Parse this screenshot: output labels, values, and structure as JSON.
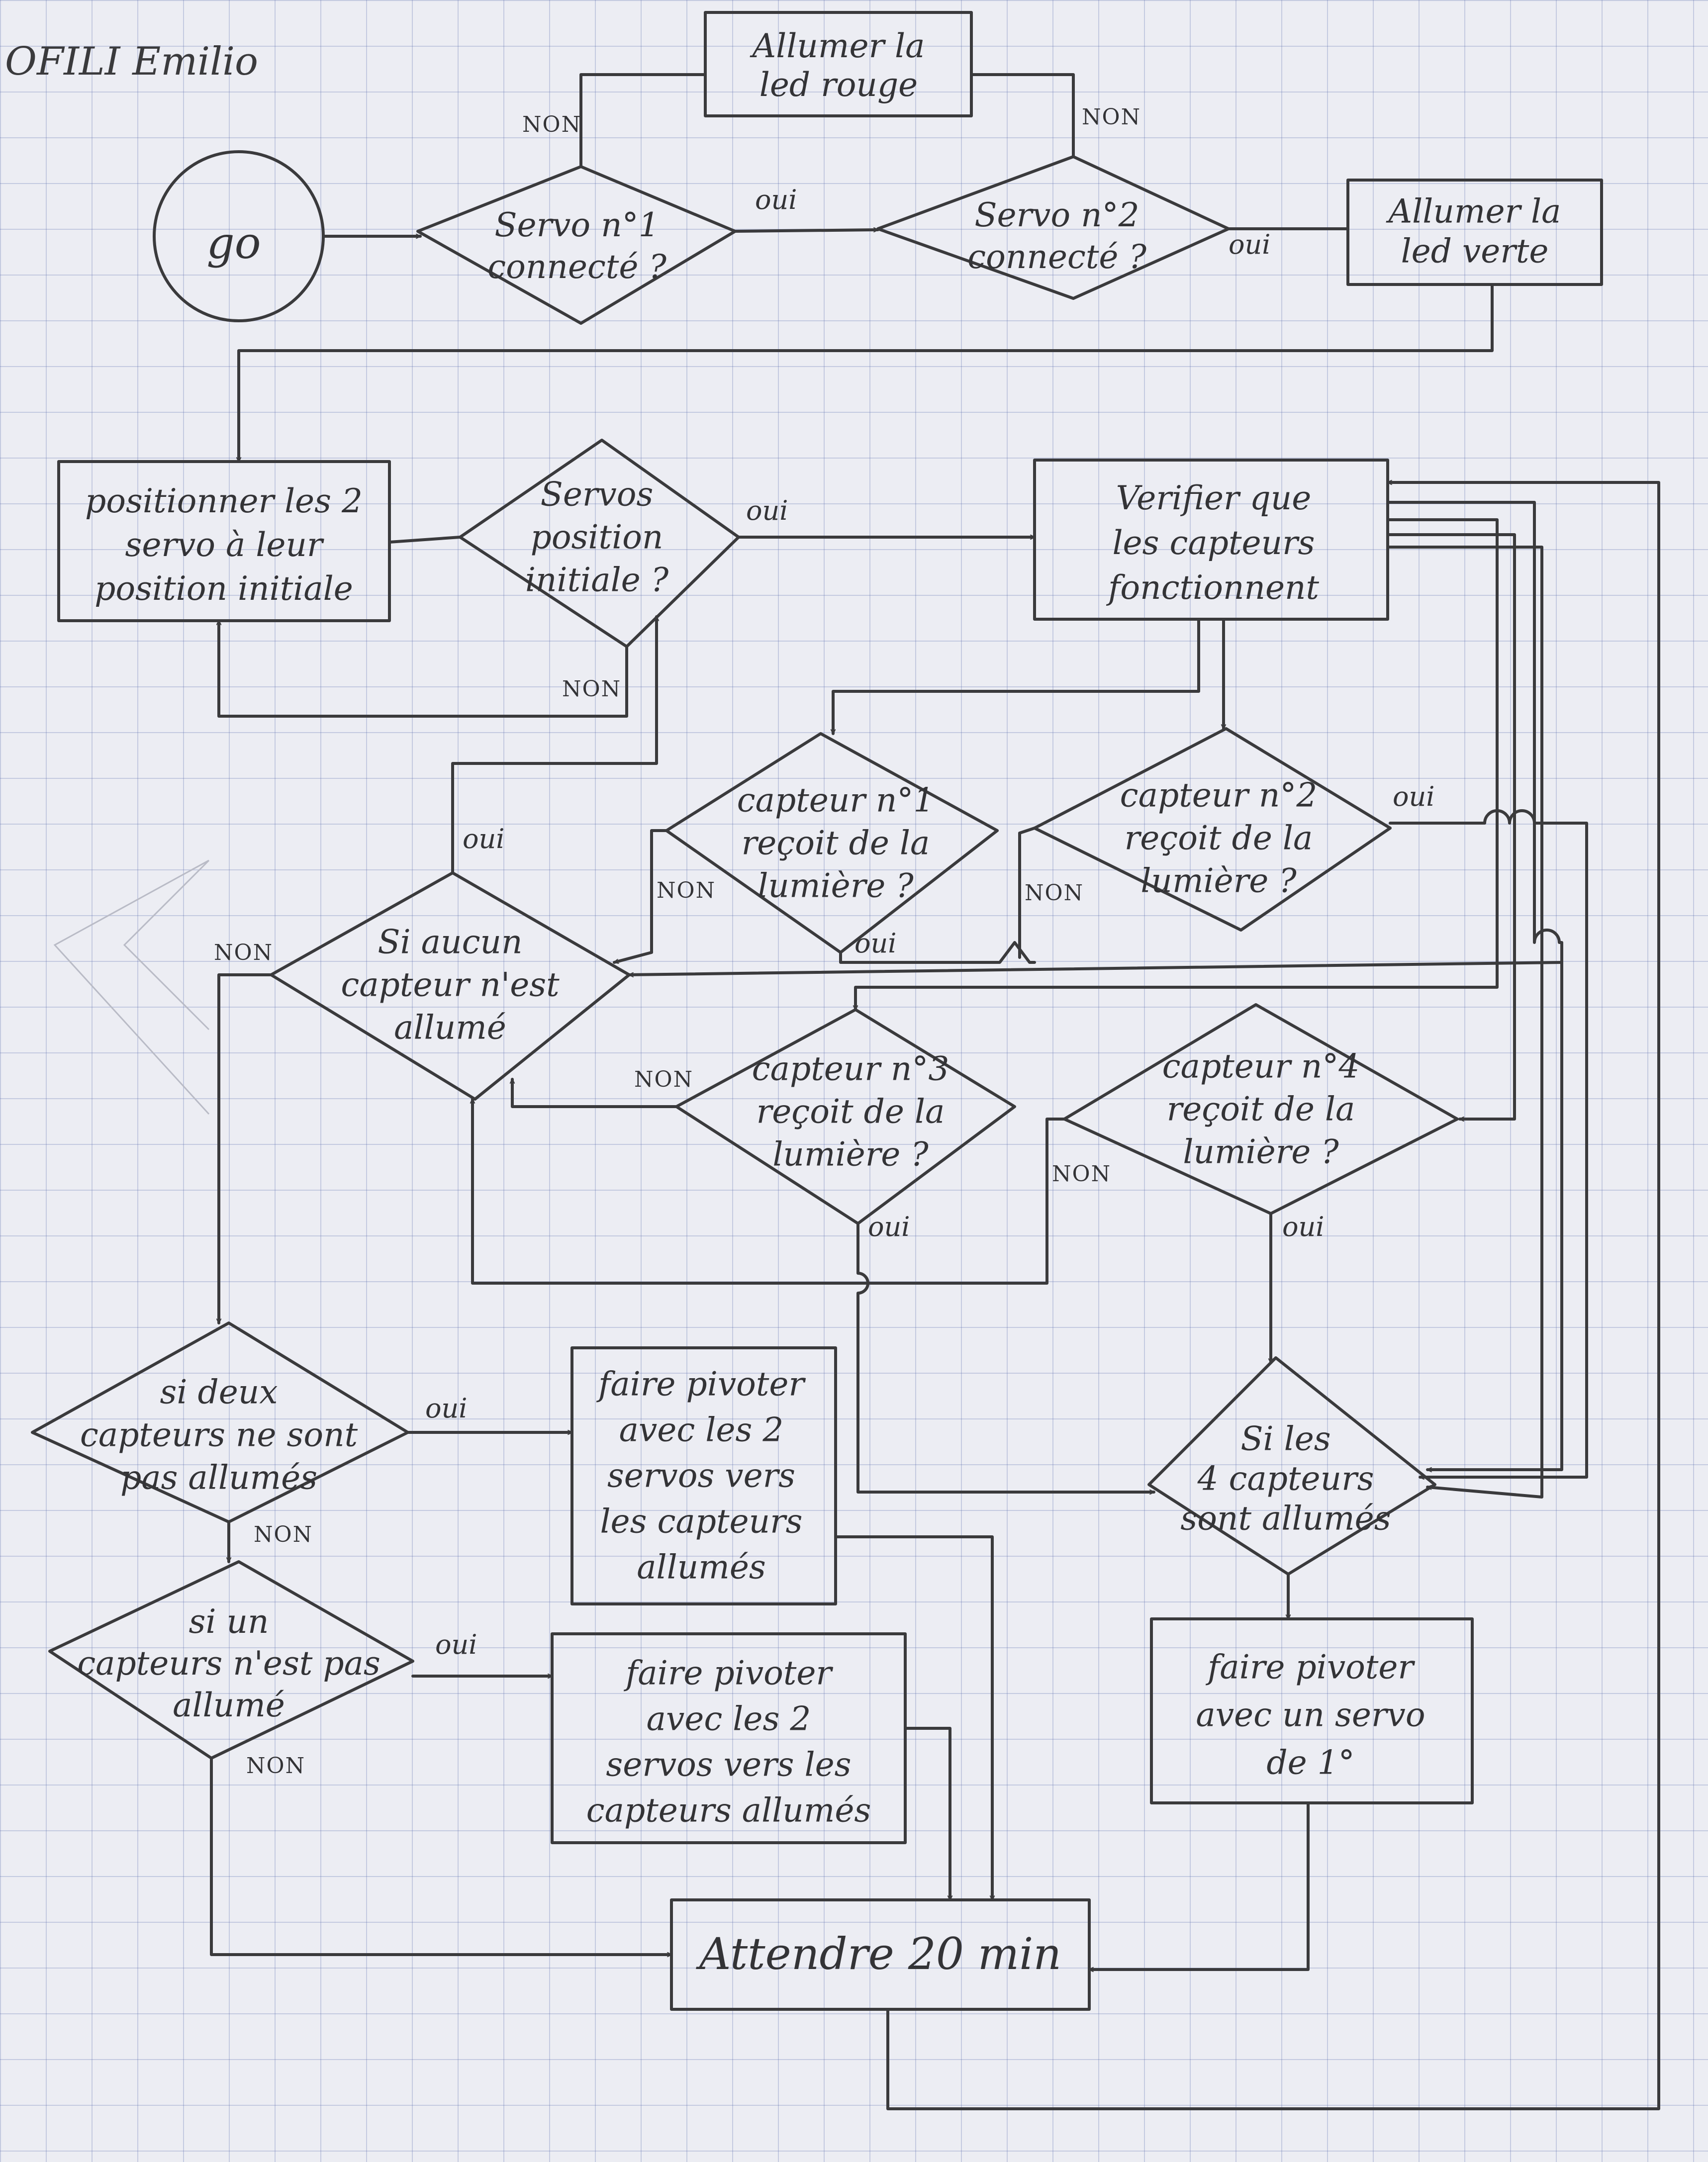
{
  "author": "OFILI Emilio",
  "nodes": {
    "led_red": [
      "Allumer la",
      "led rouge"
    ],
    "go": [
      "go"
    ],
    "servo1": [
      "Servo n°1",
      "connecté ?"
    ],
    "servo2": [
      "Servo n°2",
      "connecté ?"
    ],
    "led_green": [
      "Allumer la",
      "led verte"
    ],
    "position_init": [
      "positionner les 2",
      "servo à leur",
      "position initiale"
    ],
    "servos_init": [
      "Servos",
      "position",
      "initiale ?"
    ],
    "verify": [
      "Verifier que",
      "les capteurs",
      "fonctionnent"
    ],
    "sensor1": [
      "capteur n°1",
      "reçoit de la",
      "lumière ?"
    ],
    "sensor2": [
      "capteur n°2",
      "reçoit de la",
      "lumière ?"
    ],
    "none_on": [
      "Si aucun",
      "capteur n'est",
      "allumé"
    ],
    "sensor3": [
      "capteur n°3",
      "reçoit de la",
      "lumière ?"
    ],
    "sensor4": [
      "capteur n°4",
      "reçoit de la",
      "lumière ?"
    ],
    "two_off": [
      "si deux",
      "capteurs ne sont",
      "pas allumés"
    ],
    "pivot_two": [
      "faire pivoter",
      "avec les 2",
      "servos vers",
      "les capteurs",
      "allumés"
    ],
    "all_four": [
      "Si les",
      "4 capteurs",
      "sont allumés"
    ],
    "one_off": [
      "si un",
      "capteurs n'est pas",
      "allumé"
    ],
    "pivot_one": [
      "faire pivoter",
      "avec les 2",
      "servos vers les",
      "capteurs allumés"
    ],
    "pivot_deg": [
      "faire pivoter",
      "avec un servo",
      "de 1°"
    ],
    "wait": [
      "Attendre 20 min"
    ]
  },
  "edges": {
    "yes": "oui",
    "no": "NON"
  }
}
